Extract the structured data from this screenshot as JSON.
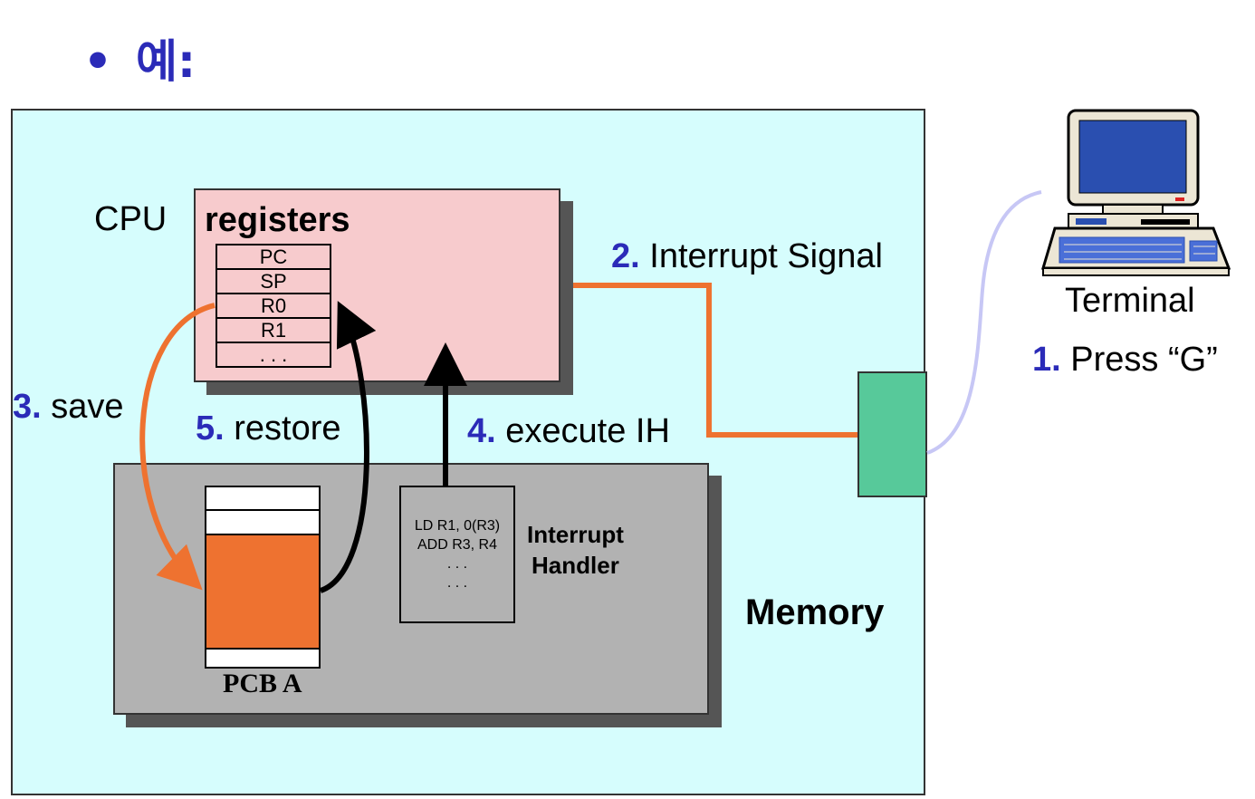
{
  "slide": {
    "bullet": "•",
    "title": "예:"
  },
  "cpu": {
    "label": "CPU",
    "registers_title": "registers",
    "registers": [
      "PC",
      "SP",
      "R0",
      "R1",
      ". . ."
    ]
  },
  "memory": {
    "label": "Memory",
    "pcb_label": "PCB A",
    "handler_code": [
      "LD R1, 0(R3)",
      "ADD R3, R4",
      ". . .",
      ". . ."
    ],
    "handler_label_line1": "Interrupt",
    "handler_label_line2": "Handler"
  },
  "terminal": {
    "label": "Terminal"
  },
  "steps": [
    {
      "num": "1.",
      "text": "Press “G”"
    },
    {
      "num": "2.",
      "text": "Interrupt Signal"
    },
    {
      "num": "3.",
      "text": "save"
    },
    {
      "num": "4.",
      "text": "execute IH"
    },
    {
      "num": "5.",
      "text": "restore"
    }
  ],
  "colors": {
    "background": "#d6fdfd",
    "cpu": "#f7cbcd",
    "memory": "#b2b2b2",
    "device": "#57c99a",
    "orange": "#ee7230",
    "step_number": "#2b2bb8"
  }
}
